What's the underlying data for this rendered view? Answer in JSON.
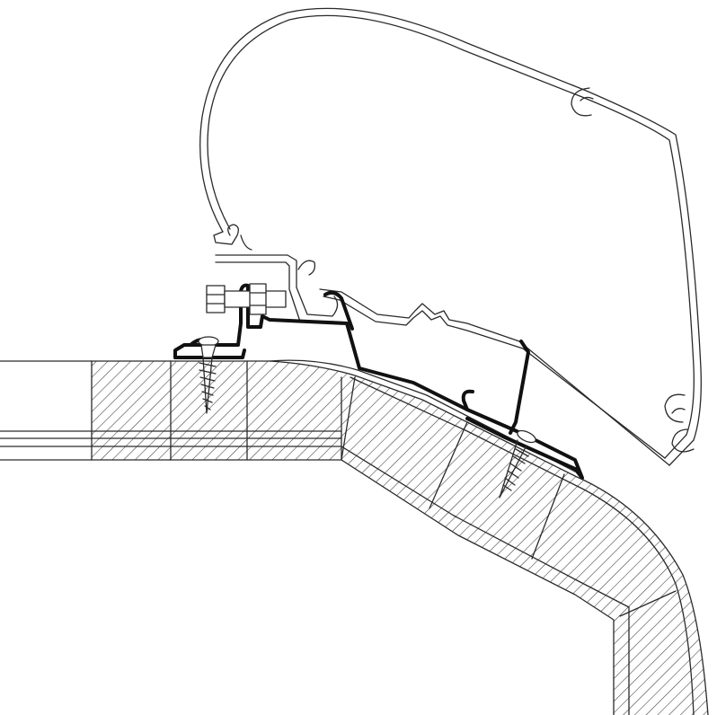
{
  "diagram": {
    "labels": [],
    "colors": {
      "background": "#ffffff",
      "line": "#2a2a2a",
      "adapter_rail": "#111111",
      "hatch": "#3a3a3a"
    },
    "icons": [
      "awning-profile",
      "adapter-rail",
      "bolt",
      "screw",
      "roof-section",
      "hatching"
    ]
  }
}
